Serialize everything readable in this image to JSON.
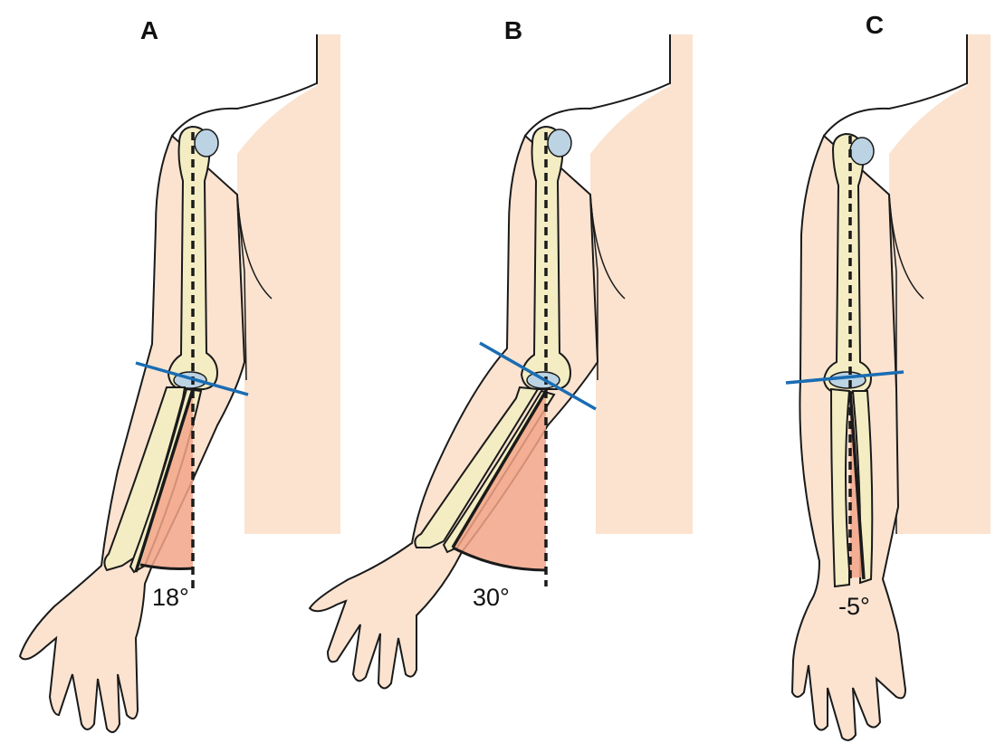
{
  "panels": [
    {
      "letter": "A",
      "angle": 18,
      "angle_label": "18°"
    },
    {
      "letter": "B",
      "angle": 30,
      "angle_label": "30°"
    },
    {
      "letter": "C",
      "angle": -5,
      "angle_label": "-5°"
    }
  ],
  "colors": {
    "skin": "#fbe3d0",
    "skin_outline": "#1a1a1a",
    "bone": "#f4edc4",
    "bone_outline": "#1a1a1a",
    "cartilage": "#bcd3e4",
    "axis_line": "#1a6db3",
    "angle_fill": "#f2a48a",
    "angle_fill_light": "#f7c8b4"
  }
}
